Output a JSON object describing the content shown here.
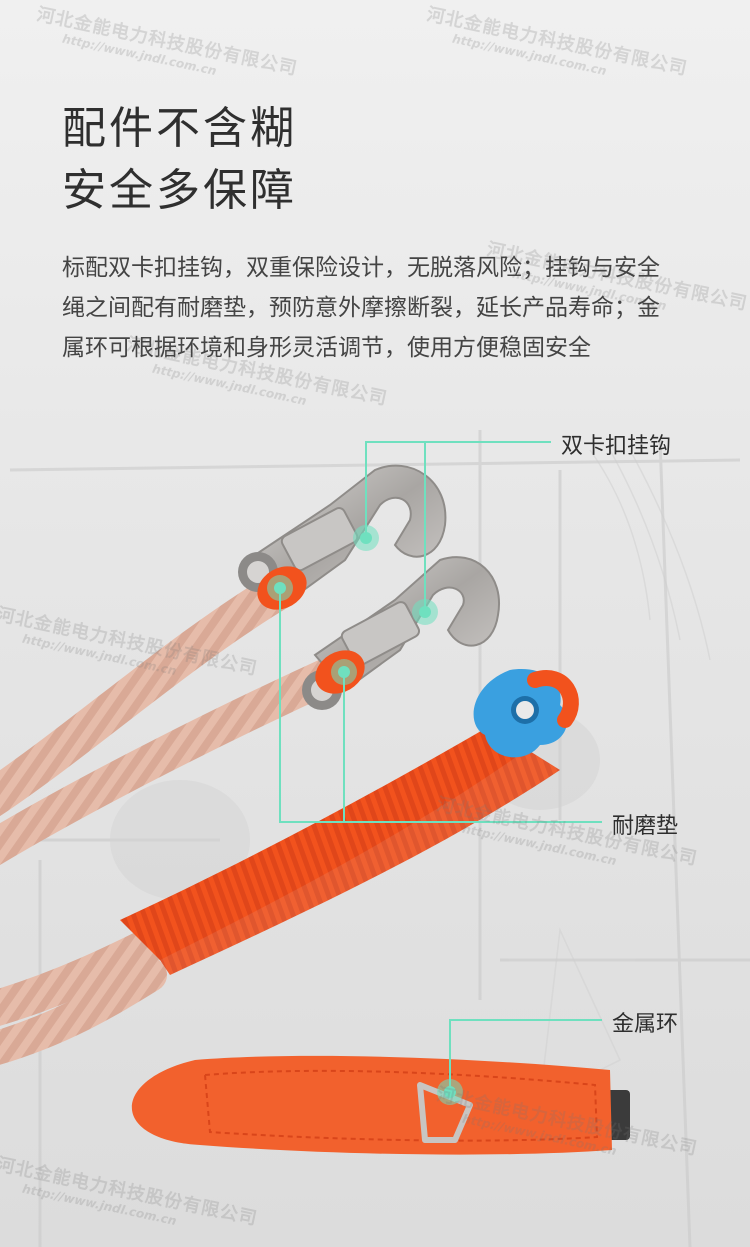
{
  "headline": {
    "line1": "配件不含糊",
    "line2": "安全多保障"
  },
  "description": "标配双卡扣挂钩，双重保险设计，无脱落风险；挂钩与安全绳之间配有耐磨垫，预防意外摩擦断裂，延长产品寿命；金属环可根据环境和身形灵活调节，使用方便稳固安全",
  "callouts": {
    "hooks": "双卡扣挂钩",
    "pad": "耐磨垫",
    "ring": "金属环"
  },
  "watermark": {
    "company": "河北金能电力科技股份有限公司",
    "url": "http://www.jndl.com.cn"
  },
  "colors": {
    "callout_line": "#6fe0bf",
    "rope": "#e4b9a8",
    "webbing": "#f2521d",
    "thimble": "#3aa0e0",
    "metal": "#b9b6b3"
  }
}
